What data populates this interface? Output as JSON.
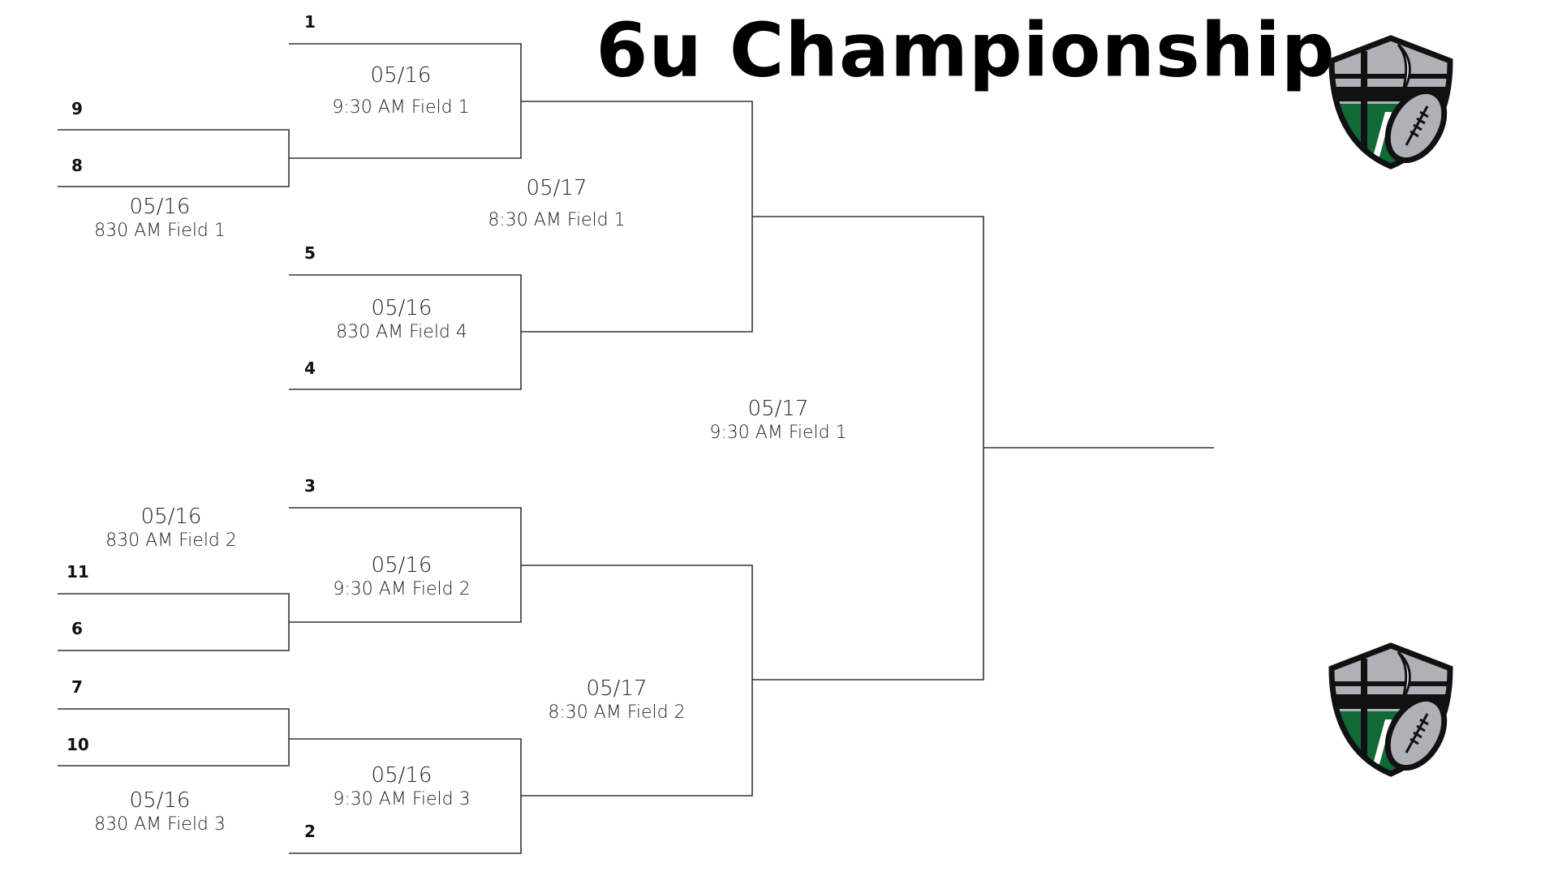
{
  "title": "6u Championship",
  "seeds": {
    "s1": "1",
    "s9": "9",
    "s8": "8",
    "s5": "5",
    "s4": "4",
    "s3": "3",
    "s11": "11",
    "s6": "6",
    "s7": "7",
    "s10": "10",
    "s2": "2"
  },
  "games": [
    {
      "date": "05/16",
      "time": "830 AM Field 1"
    },
    {
      "date": "05/16",
      "time": "830 AM Field 2"
    },
    {
      "date": "05/16",
      "time": "830 AM Field 3"
    },
    {
      "date": "05/16",
      "time": "9:30 AM Field 1"
    },
    {
      "date": "05/16",
      "time": "830 AM Field 4"
    },
    {
      "date": "05/16",
      "time": "9:30 AM Field 2"
    },
    {
      "date": "05/16",
      "time": "9:30 AM Field 3"
    },
    {
      "date": "05/17",
      "time": "8:30 AM Field 1"
    },
    {
      "date": "05/17",
      "time": "8:30 AM Field 2"
    },
    {
      "date": "05/17",
      "time": "9:30 AM Field 1"
    }
  ],
  "colors": {
    "line": "#333333",
    "logo_green": "#0f6a35",
    "logo_gray": "#b0b1b6"
  }
}
